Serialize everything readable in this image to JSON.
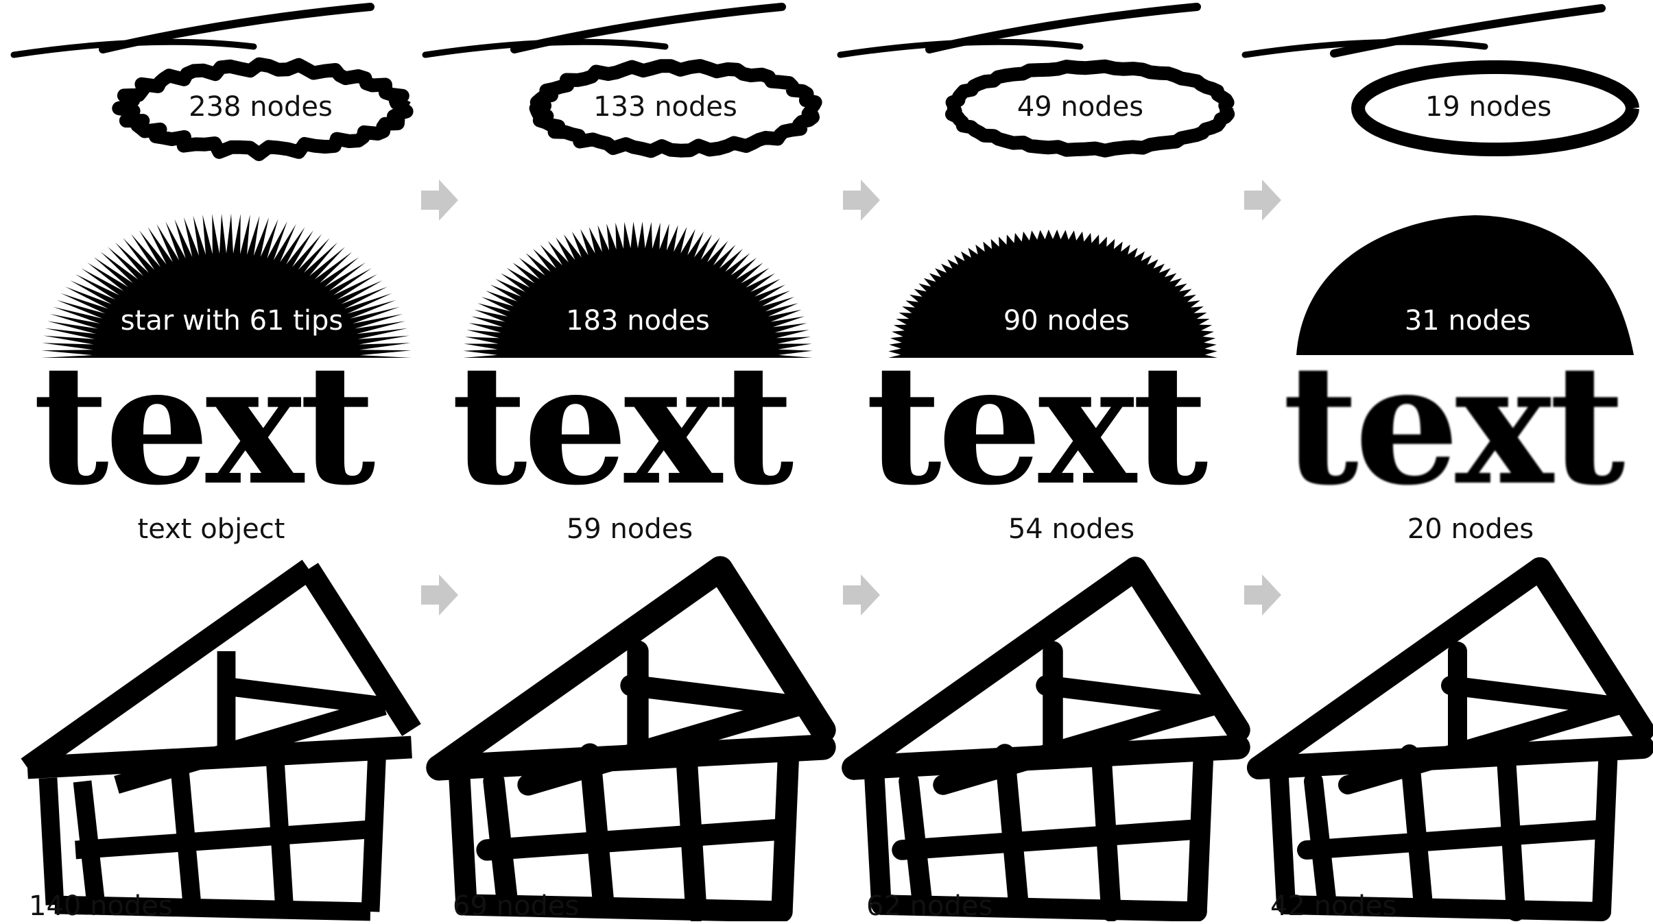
{
  "colors": {
    "ink": "#000000",
    "arrow": "#c8c8c8",
    "background": "#ffffff"
  },
  "arrow_icon": "right-arrow-icon",
  "rows": {
    "scribble": [
      "238 nodes",
      "133 nodes",
      "49 nodes",
      "19 nodes"
    ],
    "star": [
      "star with 61 tips",
      "183 nodes",
      "90 nodes",
      "31 nodes"
    ],
    "text": {
      "word": "text",
      "labels": [
        "text object",
        "59 nodes",
        "54 nodes",
        "20 nodes"
      ]
    },
    "house": [
      "140 nodes",
      "69 nodes",
      "62 nodes",
      "42 nodes"
    ]
  }
}
